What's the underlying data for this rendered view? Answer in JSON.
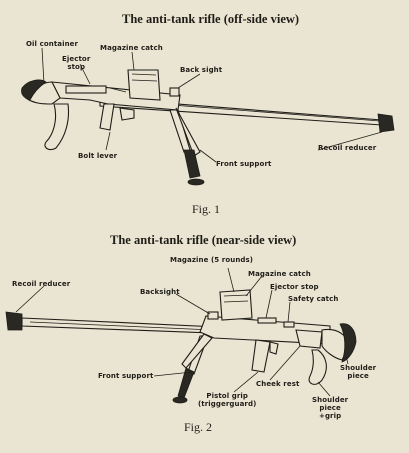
{
  "figure1": {
    "title": "The anti-tank rifle (off-side view)",
    "caption": "Fig. 1",
    "labels": {
      "oil_container": "Oil container",
      "ejector_stop": [
        "Ejector",
        "stop"
      ],
      "magazine_catch": "Magazine catch",
      "back_sight": "Back sight",
      "bolt_lever": "Bolt lever",
      "front_support": "Front support",
      "recoil_reducer": "Recoil reducer"
    }
  },
  "figure2": {
    "title": "The anti-tank rifle (near-side view)",
    "caption": "Fig. 2",
    "labels": {
      "magazine": "Magazine (5 rounds)",
      "recoil_reducer": "Recoil reducer",
      "magazine_catch": "Magazine catch",
      "backsight": "Backsight",
      "ejector_stop": "Ejector stop",
      "safety_catch": "Safety catch",
      "front_support": "Front support",
      "cheek_rest": "Cheek rest",
      "shoulder_piece": [
        "Shoulder",
        "piece"
      ],
      "pistol_grip": [
        "Pistol grip",
        "(triggerguard)"
      ],
      "shoulder_piece_grip": [
        "Shoulder",
        "piece",
        "+grip"
      ]
    }
  }
}
